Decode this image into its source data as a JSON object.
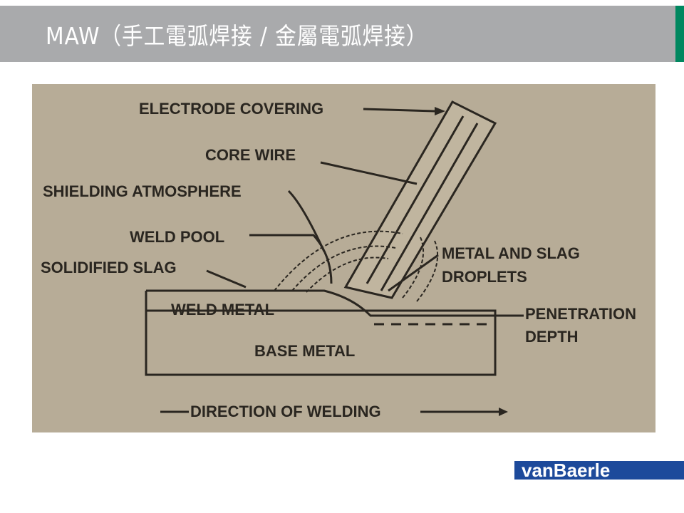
{
  "header": {
    "title": "MAW（手工電弧焊接 / 金屬電弧焊接）"
  },
  "diagram": {
    "labels": {
      "electrode_covering": "ELECTRODE COVERING",
      "core_wire": "CORE WIRE",
      "shielding_atmosphere": "SHIELDING ATMOSPHERE",
      "weld_pool": "WELD POOL",
      "solidified_slag": "SOLIDIFIED SLAG",
      "weld_metal": "WELD METAL",
      "metal_slag_1": "METAL AND SLAG",
      "metal_slag_2": "DROPLETS",
      "penetration_1": "PENETRATION",
      "penetration_2": "DEPTH",
      "base_metal": "BASE METAL",
      "direction": "DIRECTION OF WELDING"
    }
  },
  "logo": {
    "text": "vanBaerle"
  },
  "colors": {
    "header": "#a9aaac",
    "accent": "#00875f",
    "logo": "#1d4a9b",
    "photo": "#b7ac97"
  }
}
